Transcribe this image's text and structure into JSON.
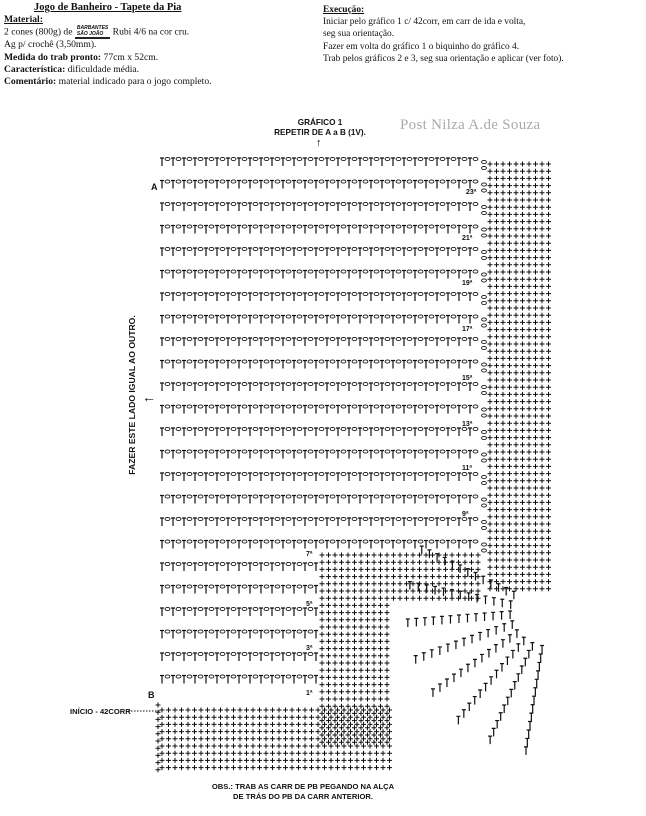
{
  "header": {
    "title": "Jogo de Banheiro - Tapete da Pia",
    "material_label": "Material:",
    "material_prefix": "2 cones (800g) de",
    "brand_line1": "BARBANTES",
    "brand_line2": "SÃO JOÃO",
    "material_suffix": "Rubi 4/6 na cor cru.",
    "needle": "Ag p/ crochê (3,50mm).",
    "size_label": "Medida do trab pronto:",
    "size_value": "77cm x 52cm.",
    "difficulty_label": "Característica:",
    "difficulty_value": "dificuldade média.",
    "comment_label": "Comentário:",
    "comment_value": "material indicado para o jogo completo."
  },
  "execution": {
    "label": "Execução:",
    "lines": [
      "Iniciar pelo gráfico 1 c/ 42corr, em carr de ida e volta,",
      "seg sua orientação.",
      "Fazer em volta do gráfico 1 o biquinho do gráfico 4.",
      "Trab pelos gráficos 2 e 3, seg sua orientação e aplicar (ver foto)."
    ]
  },
  "watermark": "Post Nilza A.de Souza",
  "chart": {
    "title_line1": "GRÁFICO 1",
    "title_line2": "REPETIR DE A a B (1V).",
    "side_label": "FAZER ESTE LADO IGUAL AO OUTRO.",
    "marker_a": "A",
    "marker_b": "B",
    "start_label": "INÍCIO - 42CORR",
    "obs_line1": "OBS.: TRAB AS CARR DE PB PEGANDO NA ALÇA",
    "obs_line2": "DE TRÁS DO PB DA CARR ANTERIOR.",
    "row_labels": [
      "23ª",
      "21ª",
      "19ª",
      "17ª",
      "15ª",
      "13ª",
      "11ª",
      "9ª",
      "7ª",
      "5ª",
      "3ª",
      "1ª"
    ],
    "arrow_up": "↑",
    "arrow_left": "←"
  }
}
